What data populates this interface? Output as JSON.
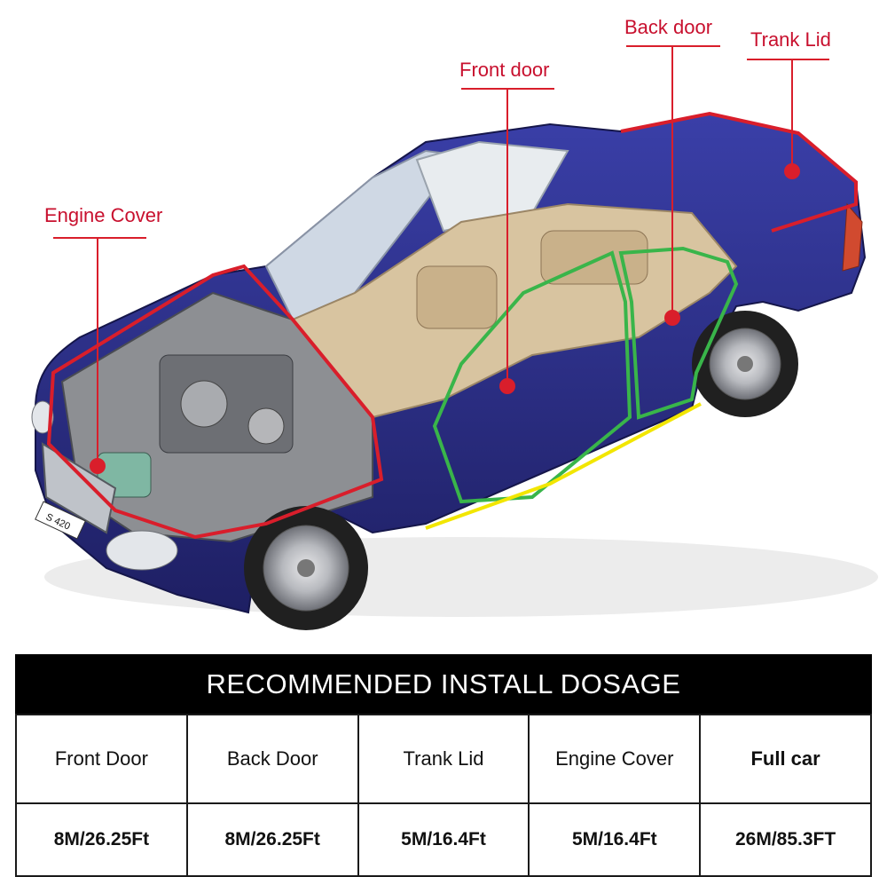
{
  "labels": {
    "engine_cover": "Engine Cover",
    "front_door": "Front door",
    "back_door": "Back door",
    "trank_lid": "Trank Lid"
  },
  "plate_text": "S 420",
  "banner": "RECOMMENDED INSTALL DOSAGE",
  "table": {
    "columns": [
      "Front Door",
      "Back Door",
      "Trank Lid",
      "Engine Cover",
      "Full car"
    ],
    "values": [
      "8M/26.25Ft",
      "8M/26.25Ft",
      "5M/16.4Ft",
      "5M/16.4Ft",
      "26M/85.3FT"
    ]
  },
  "colors": {
    "callout": "#c8102e",
    "car_body": "#27287d",
    "door_seal": "#39b54a",
    "sill_seal": "#f2e600",
    "banner_bg": "#000000"
  }
}
